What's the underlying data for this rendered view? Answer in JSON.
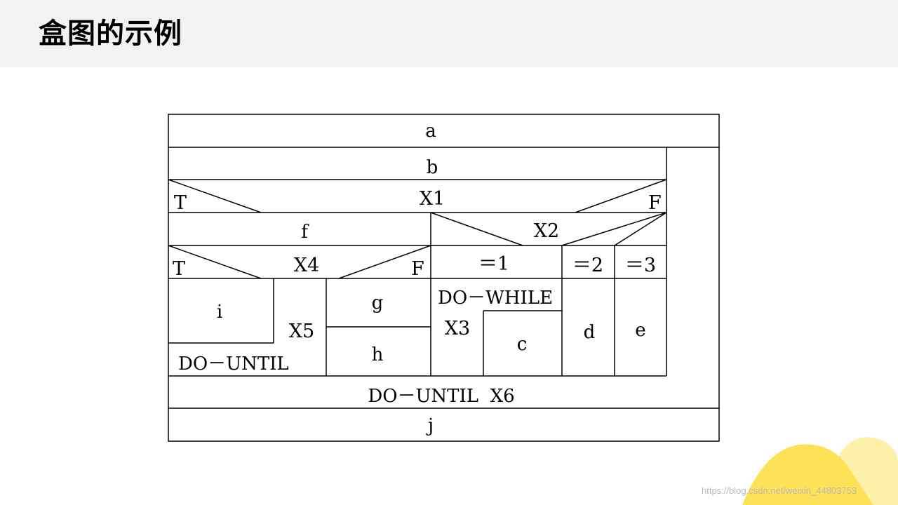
{
  "header": {
    "title": "盒图的示例"
  },
  "diagram": {
    "a": "a",
    "b": "b",
    "x1_true": "T",
    "x1": "X1",
    "x1_false": "F",
    "f": "f",
    "x2": "X2",
    "x4_true": "T",
    "x4": "X4",
    "x4_false": "F",
    "case_1": "＝1",
    "case_2": "＝2",
    "case_3": "＝3",
    "i": "i",
    "x5": "X5",
    "do_until_inner": "DO－UNTIL",
    "g": "g",
    "h": "h",
    "do_while": "DO－WHILE",
    "x3": "X3",
    "c": "c",
    "d": "d",
    "e": "e",
    "do_until_x6": "DO－UNTIL  X6",
    "j": "j"
  },
  "watermark": {
    "text": "https://blog.csdn.net/weixin_44803753"
  },
  "colors": {
    "header_bg": "#f2f2f2",
    "line": "#000000",
    "decor_yellow": "#fde157",
    "decor_pale": "#fdf0a8"
  }
}
